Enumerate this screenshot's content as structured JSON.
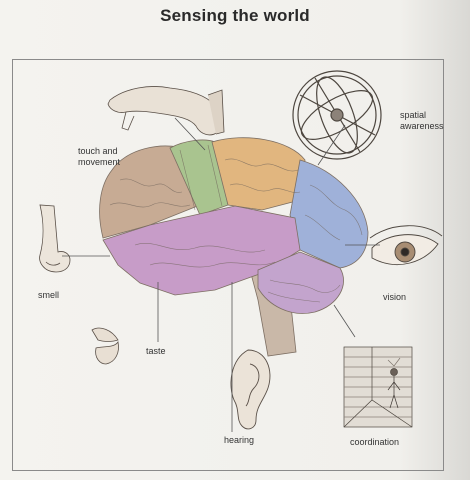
{
  "title": "Sensing the world",
  "labels": {
    "touch": "touch and\nmovement",
    "spatial": "spatial\nawareness",
    "smell": "smell",
    "vision": "vision",
    "taste": "taste",
    "hearing": "hearing",
    "coordination": "coordination"
  },
  "colors": {
    "touch_region": "#a9c48f",
    "motor_region": "#e1b67f",
    "frontal_region": "#c7ab94",
    "parietal_region": "#9fb1d9",
    "temporal_region": "#c79cc8",
    "cerebellum": "#c3a4cd",
    "brainstem": "#c9b8a8",
    "leader_line": "#555555"
  },
  "icons": [
    "hand-icon",
    "gyroscope-icon",
    "nose-icon",
    "eye-icon",
    "mouth-icon",
    "ear-icon",
    "corridor-figure-icon",
    "brain-illustration"
  ]
}
